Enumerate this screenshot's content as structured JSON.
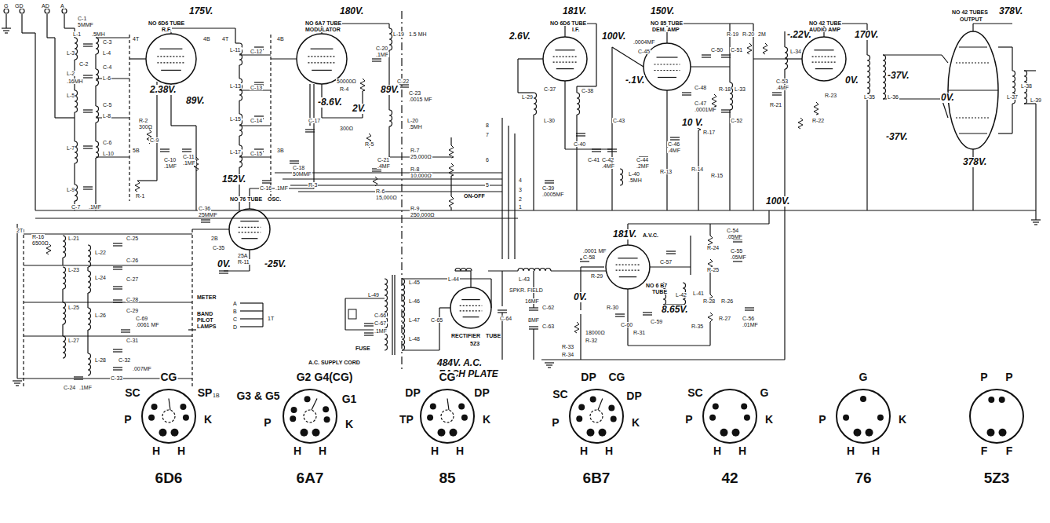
{
  "diagram": {
    "nodes": [
      {
        "text": [
          "SC",
          "CG",
          "SP",
          "P",
          "K",
          "H",
          "H",
          "6D6"
        ]
      },
      {
        "text": [
          "G3 & G5",
          "G2",
          "G4(CG)",
          "P",
          "G1",
          "K",
          "H",
          "H",
          "6A7"
        ]
      },
      {
        "text": [
          "DP",
          "CG",
          "DP",
          "TP",
          "K",
          "H",
          "H",
          "85"
        ]
      },
      {
        "text": [
          "SC",
          "DP",
          "CG",
          "DP",
          "P",
          "K",
          "H",
          "H",
          "6B7"
        ]
      },
      {
        "text": [
          "SC",
          "G",
          "P",
          "K",
          "H",
          "H",
          "42"
        ]
      },
      {
        "text": [
          "G",
          "P",
          "K",
          "H",
          "H",
          "76"
        ]
      },
      {
        "text": [
          "P",
          "P",
          "F",
          "F",
          "5Z3"
        ]
      }
    ],
    "labels": [
      "G",
      "GD",
      "AD",
      "A",
      "C-1",
      "5MMF",
      "L-1",
      ".5MH",
      "L-3",
      "C-2",
      "L-2",
      ".16MH",
      "L-5",
      "L-7",
      "L-9",
      "C-3",
      "L-4",
      "C-4",
      "L-6",
      "C-5",
      "L-8",
      "C-6",
      "L-10",
      "C-7",
      ".1MF",
      "NO 6D6 TUBE",
      "R.F.",
      "175V.",
      "2.38V.",
      "89V.",
      "4T",
      "4B",
      "4T",
      "4B",
      "5B",
      "3B",
      "R-1",
      "R-2",
      "300Ω",
      "C-9",
      "C-10",
      ".1MF",
      "C-11",
      ".1MF",
      "C-12",
      "C-13",
      "C-14",
      "C-15",
      "L-11",
      "L-13",
      "L-15",
      "L-17",
      "C-16",
      ".1MF",
      "NO 6A7 TUBE",
      "MODULATOR",
      "180V.",
      "-8.6V.",
      "2V.",
      "89V.",
      "C-17",
      "R-4",
      "50000Ω",
      "300Ω",
      "R-5",
      "R-3",
      "C-18",
      "50MMF",
      "C-20",
      ".1MF",
      "L-19",
      "1.5 MH",
      "C-22",
      "C-23",
      ".0015 MF",
      "L-20",
      ".5MH",
      "R-7",
      "25,000Ω",
      "R-8",
      "10,000Ω",
      "R-6",
      "15,000Ω",
      "C-21",
      ".4MF",
      "R-9",
      "250,000Ω",
      "NO 6D6 TUBE",
      "I.F.",
      "181V.",
      "100V.",
      "2.6V.",
      "L-29",
      "C-37",
      "L-30",
      "C-38",
      "C-39",
      ".0005MF",
      "C-40",
      "C-41",
      "C-42",
      ".4MF",
      "C-43",
      "NO 85 TUBE",
      "DEM. AMP",
      "150V.",
      "-.1V.",
      "10 V.",
      "C-45",
      ".0004MF",
      "C-48",
      "C-47",
      ".0001MF",
      "R-17",
      "R-18",
      "C-44",
      ".2MF",
      "C-46",
      ".4MF",
      "L-33",
      "C-50",
      "C-51",
      "C-52",
      "R-19",
      "R-20",
      "2M",
      "L-40",
      ".5MH",
      "R-13",
      "R-14",
      "R-15",
      "-.22V.",
      "NO 42 TUBE",
      "AUDIO AMP",
      "170V.",
      "0V.",
      "L-34",
      "R-21",
      "R-22",
      "R-23",
      "C-53",
      ".4MF",
      "L-35",
      "L-36",
      "NO 42 TUBES",
      "OUTPUT",
      "378V.",
      "-37V.",
      "0V.",
      "-37V.",
      "378V.",
      "L-37",
      "L-38",
      "L-39",
      "181V.",
      "A.V.C.",
      ".0001 MF",
      "C-58",
      "C-57",
      "NO 6 B7",
      "TUBE",
      "0V.",
      "8.65V.",
      "100V.",
      "C-54",
      ".05MF",
      "C-55",
      ".05MF",
      "R-24",
      "R-25",
      "L-41",
      "L-42",
      "R-29",
      "C-59",
      "C-60",
      "R-30",
      "R-31",
      "R-26",
      "R-27",
      "R-28",
      "R-35",
      "C-56",
      ".01MF",
      "R-32",
      "18000Ω",
      "R-33",
      "R-34",
      "L-45",
      "L-46",
      "L-49",
      "L-47",
      "L-48",
      "A.C. SUPPLY CORD",
      "FUSE",
      "C-66",
      "C-67",
      ".1MF",
      "RECTIFIER",
      "TUBE",
      "5Z3",
      "484V. A.C.",
      "EACH PLATE",
      "L-44",
      "L-43",
      "SPKR. FIELD",
      "C-65",
      "C-64",
      "C-62",
      "C-63",
      "16MF",
      "8MF",
      "R-16",
      "6500Ω",
      "2T",
      "2B",
      "L-21",
      "L-22",
      "C-25",
      "C-26",
      "L-23",
      "L-24",
      "C-27",
      "C-28",
      "L-25",
      "L-26",
      "C-29",
      "C-69",
      ".0061 MF",
      "C-31",
      "L-27",
      "C-32",
      "L-28",
      ".007MF",
      "C-24",
      ".1MF",
      "C-33",
      "NO 76 TUBE",
      "OSC.",
      "152V.",
      "C-36",
      "25MMF",
      "C-35",
      "R-11",
      "25A",
      "0V.",
      "-25V.",
      "METER",
      "BAND",
      "PILOT",
      "LAMPS",
      "A",
      "B",
      "C",
      "D",
      "1T",
      "1B",
      "8",
      "7",
      "6",
      "5",
      "4",
      "3",
      "2",
      "1",
      "ON-OFF"
    ]
  }
}
